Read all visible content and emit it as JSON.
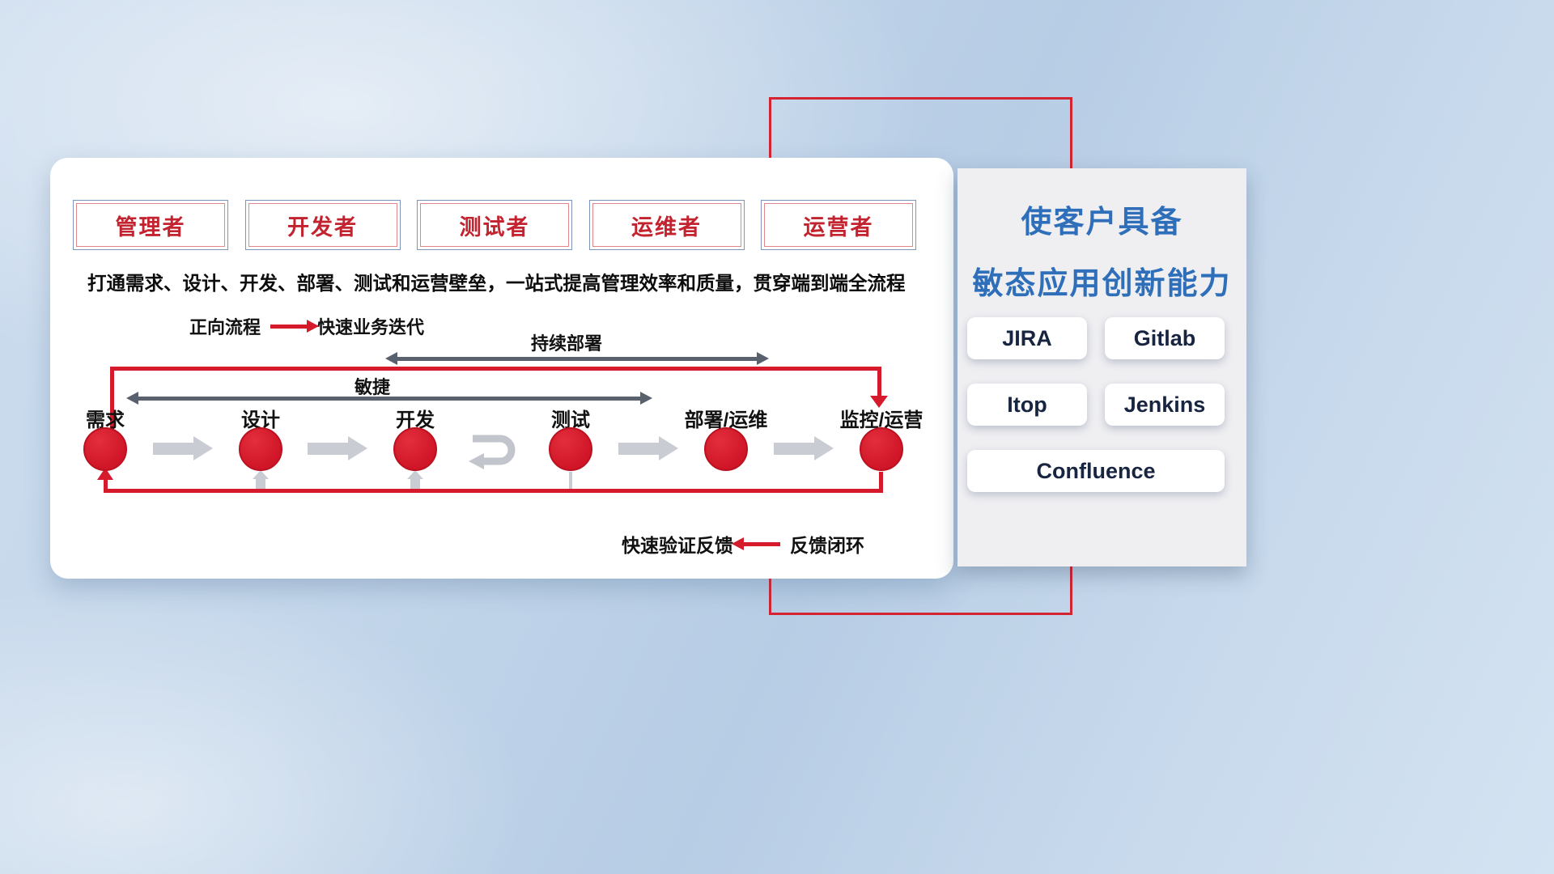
{
  "diagram": {
    "roles": [
      "管理者",
      "开发者",
      "测试者",
      "运维者",
      "运营者"
    ],
    "headline": "打通需求、设计、开发、部署、测试和运营壁垒，一站式提高管理效率和质量，贯穿端到端全流程",
    "forward_legend": {
      "label": "正向流程",
      "desc": "快速业务迭代"
    },
    "span_arrows": {
      "deploy": "持续部署",
      "agile": "敏捷"
    },
    "stages": [
      "需求",
      "设计",
      "开发",
      "测试",
      "部署/运维",
      "监控/运营"
    ],
    "feedback_legend": {
      "label": "快速验证反馈",
      "desc": "反馈闭环"
    }
  },
  "panel": {
    "title_line1": "使客户具备",
    "title_line2": "敏态应用创新能力",
    "tools": [
      "JIRA",
      "Gitlab",
      "Itop",
      "Jenkins",
      "Confluence"
    ]
  },
  "colors": {
    "accent_red": "#d51b2b",
    "title_blue": "#2f6fba",
    "dark_arrow": "#59616e",
    "gray_arrow": "#c9ccd2"
  },
  "icons": {
    "forward-arrow-icon": "right-arrow",
    "feedback-arrow-icon": "left-arrow",
    "deploy-double-arrow-icon": "double-headed-arrow",
    "agile-double-arrow-icon": "double-headed-arrow",
    "iteration-loop-icon": "u-turn-loop-arrow",
    "flow-arrow-icon": "right-block-arrow",
    "rework-arrow-icon": "up-block-arrow"
  }
}
